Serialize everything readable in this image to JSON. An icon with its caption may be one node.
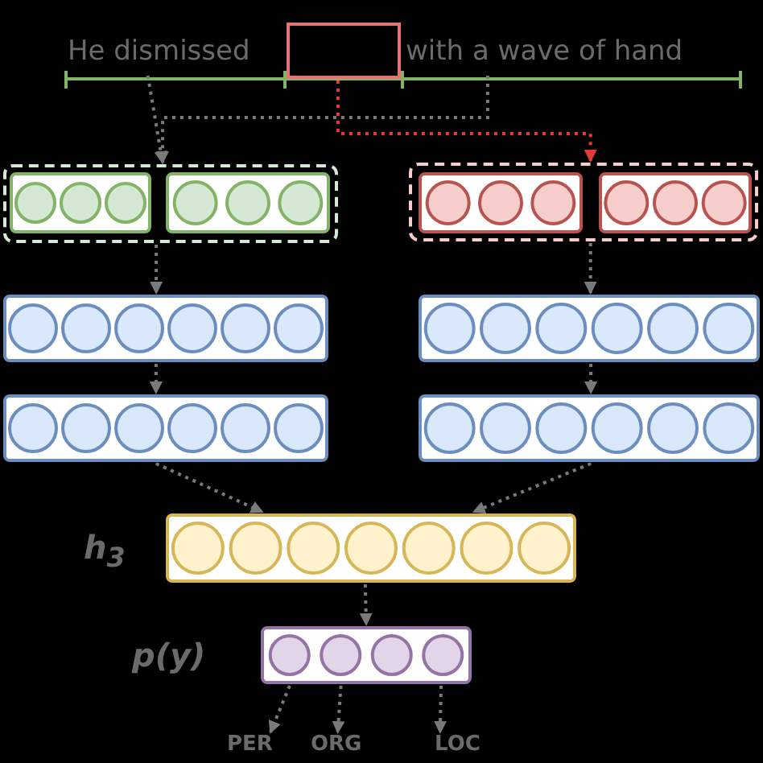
{
  "diagram": {
    "nodes": [
      {
        "text": [
          "He dismissed"
        ]
      },
      {
        "text": [],
        "shape": "box"
      },
      {
        "text": [
          "with a wave of hand"
        ]
      },
      {
        "text": [],
        "shape": "box"
      },
      {
        "text": [],
        "shape": "bar",
        "in": 3
      },
      {
        "text": [],
        "shape": "bar",
        "in": 3
      },
      {
        "text": [],
        "shape": "box"
      },
      {
        "text": [],
        "shape": "bar",
        "in": 6
      },
      {
        "text": [],
        "shape": "bar",
        "in": 6
      },
      {
        "text": [],
        "shape": "bar"
      },
      {
        "text": [],
        "shape": "bar"
      },
      {
        "text": [],
        "shape": "bar"
      },
      {
        "text": [],
        "shape": "bar"
      },
      {
        "text": [],
        "shape": "bar",
        "beside": [
          "*h*$_{3}$"
        ]
      },
      {
        "text": [],
        "shape": "bar",
        "beside": [
          "p(y)"
        ]
      },
      {
        "text": [
          "PER"
        ]
      },
      {
        "text": [
          "ORG"
        ]
      },
      {
        "text": [
          "LOC"
        ]
      }
    ],
    "edges": [
      {
        "from": 0,
        "to": 3,
        "arrow": "to",
        "style": "dashed"
      },
      {
        "from": 2,
        "to": 3,
        "arrow": "to",
        "style": "dashed"
      },
      {
        "from": 1,
        "to": 6,
        "arrow": "to",
        "style": "dashed",
        "color": "#e53935"
      },
      {
        "from": 3,
        "to": 9,
        "arrow": "to",
        "style": "dashed"
      },
      {
        "from": 9,
        "to": 11,
        "arrow": "to",
        "style": "dashed"
      },
      {
        "from": 6,
        "to": 10,
        "arrow": "to",
        "style": "dashed"
      },
      {
        "from": 10,
        "to": 12,
        "arrow": "to",
        "style": "dashed"
      },
      {
        "from": 11,
        "to": 13,
        "arrow": "to",
        "style": "dashed"
      },
      {
        "from": 12,
        "to": 13,
        "arrow": "to",
        "style": "dashed"
      },
      {
        "from": 13,
        "to": 14,
        "arrow": "to",
        "style": "dashed"
      },
      {
        "from": 14,
        "to": 15,
        "arrow": "to",
        "style": "dashed"
      },
      {
        "from": 14,
        "to": 16,
        "arrow": "to",
        "style": "dashed"
      },
      {
        "from": 14,
        "to": 17,
        "arrow": "to",
        "style": "dashed"
      }
    ]
  }
}
